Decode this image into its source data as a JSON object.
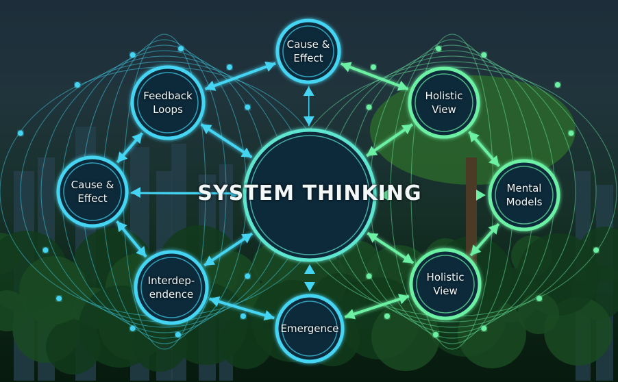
{
  "title": "SYSTEM THINKING",
  "nodes": [
    {
      "id": "cause-effect-top",
      "label": "Cause &\nEffect",
      "tone": "cyan"
    },
    {
      "id": "feedback-loops",
      "label": "Feedback\nLoops",
      "tone": "cyan"
    },
    {
      "id": "cause-effect-left",
      "label": "Cause &\nEffect",
      "tone": "cyan"
    },
    {
      "id": "interdependence",
      "label": "Interdep-\nendence",
      "tone": "cyan"
    },
    {
      "id": "emergence",
      "label": "Emergence",
      "tone": "cyan"
    },
    {
      "id": "holistic-view-bottom",
      "label": "Holistic\nView",
      "tone": "green"
    },
    {
      "id": "mental-models",
      "label": "Mental\nModels",
      "tone": "green"
    },
    {
      "id": "holistic-view-top",
      "label": "Holistic\nView",
      "tone": "green"
    }
  ],
  "colors": {
    "cyan": "#45d4f2",
    "green": "#6cf0a4",
    "node_fill": "#0b2a3a"
  }
}
